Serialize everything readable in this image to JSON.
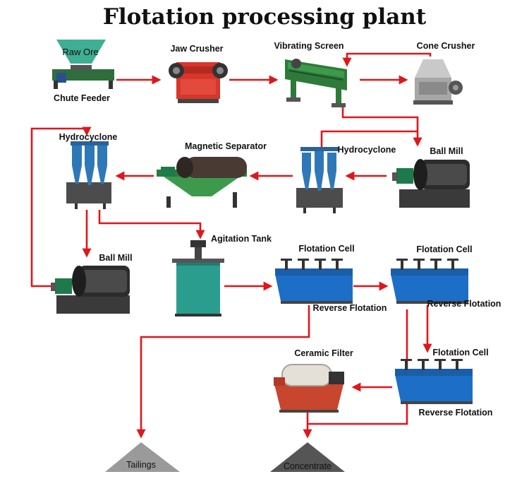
{
  "title": "Flotation processing plant",
  "colors": {
    "arrow": "#e0161b",
    "crusher_red": "#d8362b",
    "cyclone_blue": "#2f78b8",
    "cell_blue": "#1d6ec7",
    "frame_green": "#2f7a3a",
    "tank_teal": "#2a9d8f",
    "pile_grey": "#9a9a9a",
    "pile_dark": "#555555",
    "hopper_teal": "#3fae93"
  },
  "equipment": {
    "raw_ore": "Raw Ore",
    "chute_feeder": "Chute Feeder",
    "jaw_crusher": "Jaw Crusher",
    "vibrating_screen": "Vibrating Screen",
    "cone_crusher": "Cone Crusher",
    "hydrocyclone_1": "Hydrocyclone",
    "magnetic_separator": "Magnetic Separator",
    "hydrocyclone_2": "Hydrocyclone",
    "ball_mill_1": "Ball Mill",
    "ball_mill_2": "Ball Mill",
    "agitation_tank": "Agitation Tank",
    "flotation_cell_1": "Flotation Cell",
    "flotation_cell_2": "Flotation Cell",
    "flotation_cell_3": "Flotation Cell",
    "reverse_flotation_1": "Reverse Flotation",
    "reverse_flotation_2": "Reverse Flotation",
    "reverse_flotation_3": "Reverse Flotation",
    "ceramic_filter": "Ceramic Filter",
    "tailings": "Tailings",
    "concentrate": "Concentrate"
  }
}
